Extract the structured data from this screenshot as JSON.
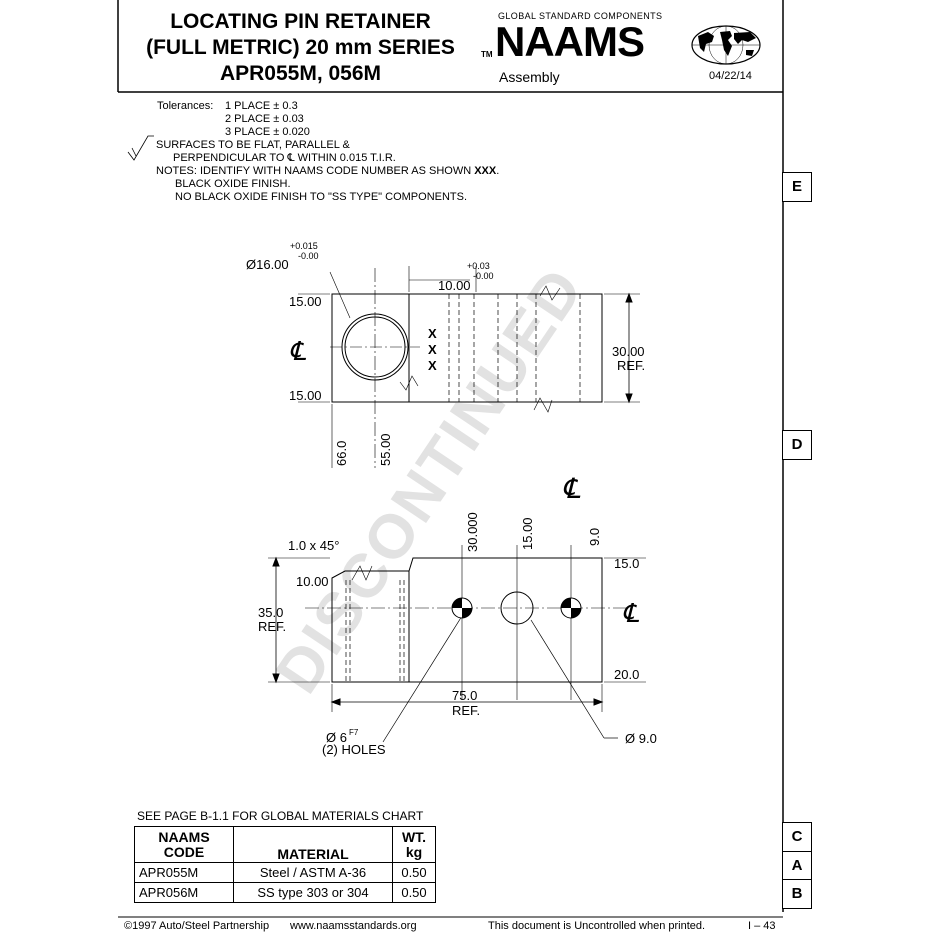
{
  "title": {
    "line1": "LOCATING PIN RETAINER",
    "line2": "(FULL METRIC) 20 mm SERIES",
    "line3": "APR055M, 056M"
  },
  "brand": {
    "tagline": "GLOBAL STANDARD COMPONENTS",
    "tm": "TM",
    "name": "NAAMS",
    "section": "Assembly",
    "date": "04/22/14",
    "logo_icon": "world-map-globe-icon"
  },
  "notes": {
    "tol_label": "Tolerances:",
    "tol1": "1 PLACE ± 0.3",
    "tol2": "2 PLACE ± 0.03",
    "tol3": "3 PLACE ± 0.020",
    "surf1": "SURFACES TO BE FLAT, PARALLEL &",
    "surf2": "PERPENDICULAR TO ℄ WITHIN 0.015 T.I.R.",
    "n1_prefix": "NOTES:  IDENTIFY WITH NAAMS CODE NUMBER AS SHOWN ",
    "n1_bold": "XXX",
    "n1_suffix": ".",
    "n2": "BLACK OXIDE FINISH.",
    "n3": "NO BLACK OXIDE FINISH TO \"SS TYPE\" COMPONENTS."
  },
  "watermark": "DISCONTINUED",
  "tabs": [
    "E",
    "D",
    "C",
    "A",
    "B"
  ],
  "top_view": {
    "bore_dia": "Ø16.00",
    "bore_tol_plus": "+0.015",
    "bore_tol_minus": "-0.00",
    "slot_width": "10.00",
    "slot_tol_plus": "+0.03",
    "slot_tol_minus": "-0.00",
    "half_top": "15.00",
    "half_bottom": "15.00",
    "height": "30.00",
    "height_ref": "REF.",
    "marking": "XXX",
    "dim_a": "66.0",
    "dim_b": "55.00",
    "cl": "℄"
  },
  "front_view": {
    "cl_top": "℄",
    "cl_right": "℄",
    "chamfer": "1.0 x 45°",
    "step": "10.00",
    "height": "35.0",
    "height_ref": "REF.",
    "d1": "30.000",
    "d2": "15.00",
    "d3": "9.0",
    "right_top": "15.0",
    "right_bottom": "20.0",
    "width": "75.0",
    "width_ref": "REF.",
    "holes_dia": "Ø 6",
    "holes_fit": "F7",
    "holes_count": "(2) HOLES",
    "center_hole": "Ø 9.0"
  },
  "materials": {
    "note": "SEE PAGE B-1.1 FOR GLOBAL MATERIALS CHART",
    "headers": [
      "NAAMS\nCODE",
      "MATERIAL",
      "WT.\nkg"
    ],
    "h_code1": "NAAMS",
    "h_code2": "CODE",
    "h_material": "MATERIAL",
    "h_wt1": "WT.",
    "h_wt2": "kg",
    "rows": [
      {
        "code": "APR055M",
        "material": "Steel / ASTM A-36",
        "wt": "0.50"
      },
      {
        "code": "APR056M",
        "material": "SS type 303 or 304",
        "wt": "0.50"
      }
    ]
  },
  "footer": {
    "copyright": "©1997 Auto/Steel Partnership",
    "site": "www.naamsstandards.org",
    "disclaimer": "This document is Uncontrolled when printed.",
    "page": "I – 43"
  }
}
